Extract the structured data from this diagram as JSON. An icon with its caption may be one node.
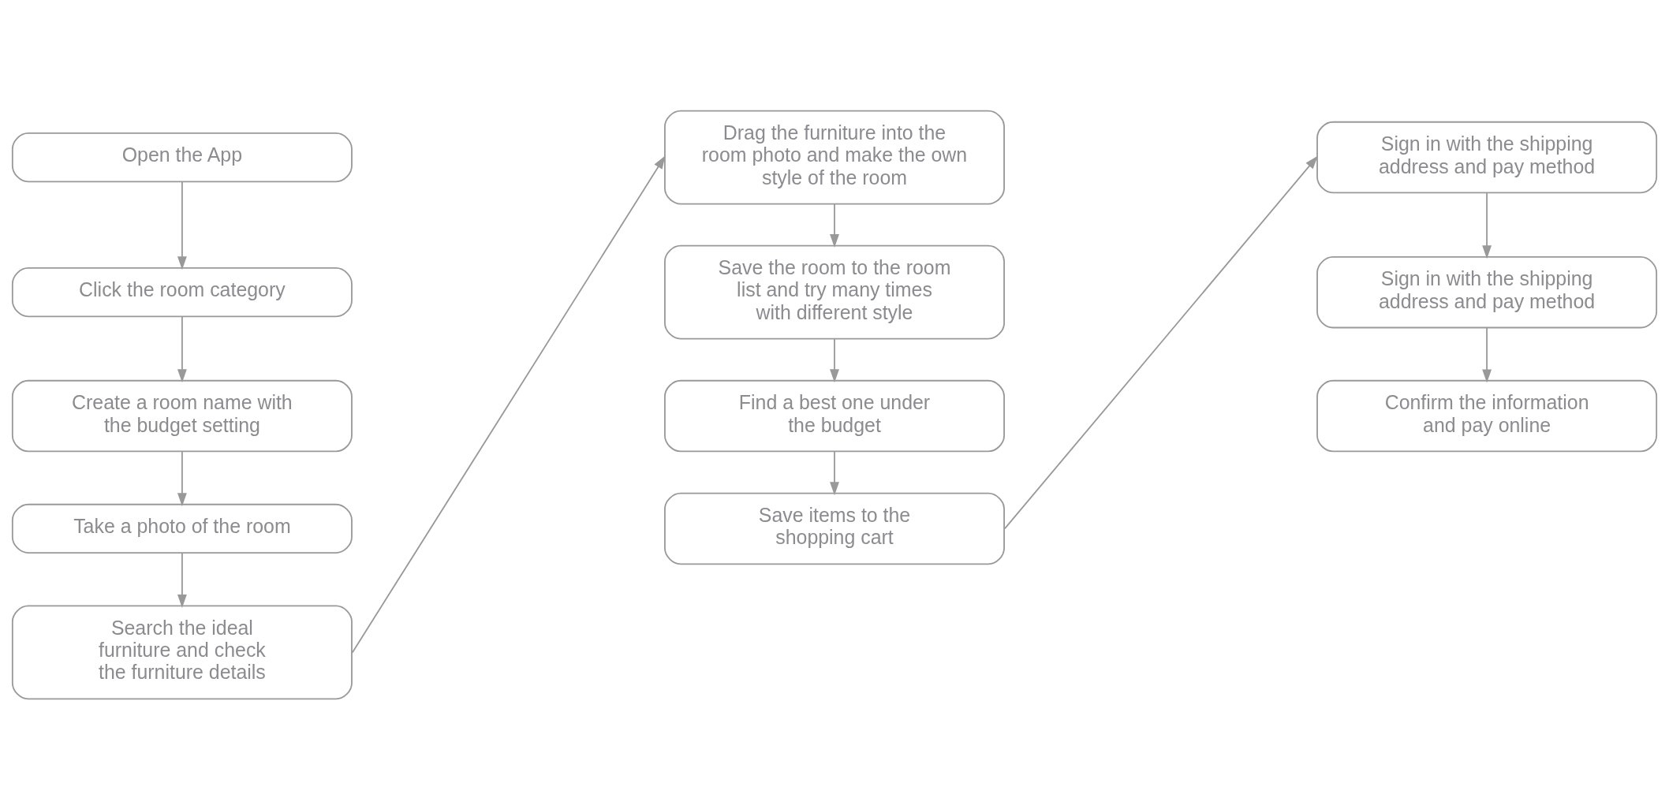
{
  "diagram": {
    "nodes": [
      {
        "text": [
          "Open the App"
        ]
      },
      {
        "text": [
          "Click the room category"
        ]
      },
      {
        "text": [
          "Create a room name with the budget setting"
        ]
      },
      {
        "text": [
          "Take a photo of the room"
        ]
      },
      {
        "text": [
          "Search the ideal furniture and check the furniture details"
        ]
      },
      {
        "text": [
          "Drag the furniture into the room photo and make the own style of the room"
        ]
      },
      {
        "text": [
          "Save the room to the room list and try many times with different style"
        ]
      },
      {
        "text": [
          "Find a best one under the budget"
        ]
      },
      {
        "text": [
          "Save items to the shopping cart"
        ]
      },
      {
        "text": [
          "Sign in with the shipping address and pay method"
        ]
      },
      {
        "text": [
          "Sign in with the shipping address and pay method"
        ]
      },
      {
        "text": [
          "Confirm the information and pay online"
        ]
      }
    ],
    "edges": [
      {
        "from": 0,
        "to": 1,
        "arrow": "to"
      },
      {
        "from": 1,
        "to": 2,
        "arrow": "to"
      },
      {
        "from": 2,
        "to": 3,
        "arrow": "to"
      },
      {
        "from": 3,
        "to": 4,
        "arrow": "to"
      },
      {
        "from": 4,
        "to": 5,
        "arrow": "to"
      },
      {
        "from": 5,
        "to": 6,
        "arrow": "to"
      },
      {
        "from": 6,
        "to": 7,
        "arrow": "to"
      },
      {
        "from": 7,
        "to": 8,
        "arrow": "to"
      },
      {
        "from": 8,
        "to": 9,
        "arrow": "to"
      },
      {
        "from": 9,
        "to": 10,
        "arrow": "to"
      },
      {
        "from": 10,
        "to": 11,
        "arrow": "to"
      }
    ]
  }
}
